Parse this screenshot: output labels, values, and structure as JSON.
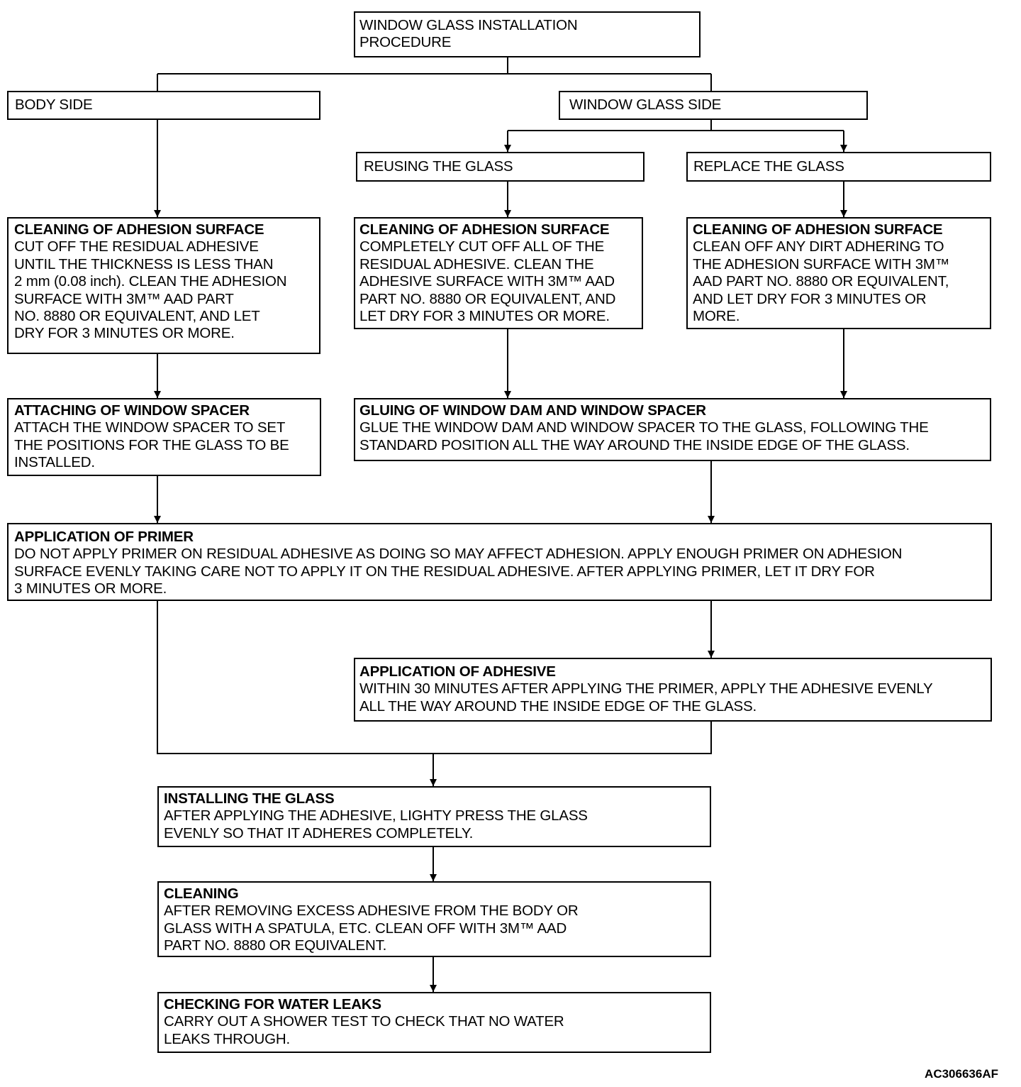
{
  "diagram": {
    "root": {
      "title": "WINDOW GLASS INSTALLATION\nPROCEDURE"
    },
    "body_side": {
      "title": "BODY SIDE"
    },
    "window_glass_side": {
      "title": "WINDOW GLASS SIDE"
    },
    "reusing": {
      "title": "REUSING THE GLASS"
    },
    "replace": {
      "title": "REPLACE  THE GLASS"
    },
    "cleaning_body": {
      "title": "CLEANING OF ADHESION SURFACE",
      "text": "CUT OFF THE RESIDUAL ADHESIVE\nUNTIL THE THICKNESS IS LESS THAN\n2 mm (0.08 inch). CLEAN THE ADHESION\nSURFACE WITH 3M™ AAD PART\nNO. 8880 OR EQUIVALENT, AND LET\nDRY FOR 3 MINUTES OR MORE."
    },
    "cleaning_reuse": {
      "title": "CLEANING OF ADHESION SURFACE",
      "text": "COMPLETELY CUT OFF ALL OF THE\nRESIDUAL ADHESIVE. CLEAN THE\nADHESIVE SURFACE WITH 3M™ AAD\nPART NO. 8880 OR EQUIVALENT, AND\nLET DRY FOR 3 MINUTES OR MORE."
    },
    "cleaning_replace": {
      "title": "CLEANING OF ADHESION SURFACE",
      "text": "CLEAN OFF ANY DIRT ADHERING TO\nTHE ADHESION SURFACE WITH 3M™\nAAD PART NO. 8880 OR EQUIVALENT,\nAND LET DRY FOR 3 MINUTES OR\nMORE."
    },
    "attaching_spacer": {
      "title": "ATTACHING OF WINDOW SPACER",
      "text": "ATTACH THE WINDOW SPACER TO SET\nTHE POSITIONS FOR THE GLASS TO BE\nINSTALLED."
    },
    "gluing_dam": {
      "title": "GLUING OF WINDOW DAM AND WINDOW SPACER",
      "text": "GLUE THE WINDOW DAM AND WINDOW SPACER TO THE GLASS, FOLLOWING THE\nSTANDARD POSITION ALL THE WAY AROUND THE INSIDE EDGE OF THE GLASS."
    },
    "primer": {
      "title": "APPLICATION OF PRIMER",
      "text": "DO NOT APPLY PRIMER ON RESIDUAL ADHESIVE AS DOING SO MAY AFFECT ADHESION. APPLY ENOUGH PRIMER ON ADHESION\nSURFACE EVENLY TAKING CARE NOT TO APPLY IT ON THE RESIDUAL ADHESIVE. AFTER APPLYING PRIMER, LET IT DRY FOR\n3 MINUTES OR MORE."
    },
    "adhesive": {
      "title": "APPLICATION OF ADHESIVE",
      "text": "WITHIN 30 MINUTES AFTER APPLYING THE PRIMER, APPLY THE ADHESIVE EVENLY\nALL THE WAY AROUND THE INSIDE EDGE OF THE GLASS."
    },
    "installing": {
      "title": "INSTALLING THE GLASS",
      "text": "AFTER APPLYING THE ADHESIVE, LIGHTY  PRESS THE GLASS\nEVENLY SO THAT IT ADHERES COMPLETELY."
    },
    "cleaning_final": {
      "title": "CLEANING",
      "text": "AFTER REMOVING EXCESS ADHESIVE FROM THE BODY OR\nGLASS WITH A SPATULA, ETC. CLEAN OFF  WITH 3M™ AAD\nPART NO. 8880 OR EQUIVALENT."
    },
    "water_leaks": {
      "title": "CHECKING FOR WATER  LEAKS",
      "text": "CARRY OUT A SHOWER TEST TO CHECK THAT NO WATER\nLEAKS THROUGH."
    },
    "reference_code": "AC306636AF"
  }
}
